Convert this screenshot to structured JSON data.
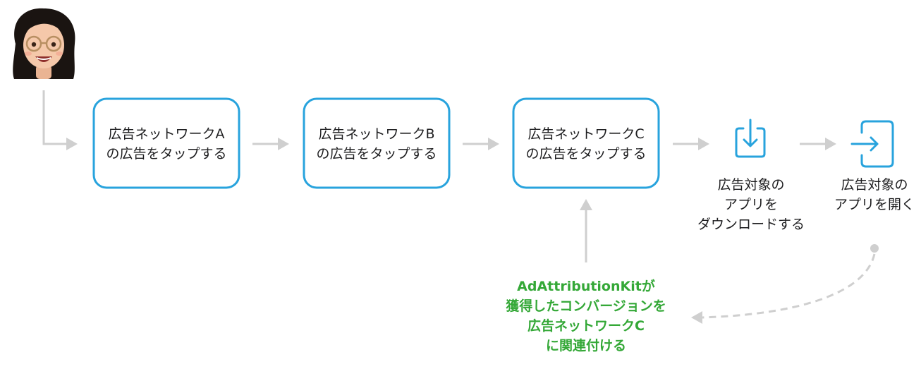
{
  "colors": {
    "box_stroke": "#28a3dd",
    "icon_stroke": "#28a3dd",
    "connector": "#cfcfcf",
    "text": "#1d1d1f",
    "highlight_text": "#34a837"
  },
  "user": {
    "icon": "memoji-avatar-icon"
  },
  "steps": {
    "tap_a": {
      "line1": "広告ネットワークA",
      "line2": "の広告をタップする"
    },
    "tap_b": {
      "line1": "広告ネットワークB",
      "line2": "の広告をタップする"
    },
    "tap_c": {
      "line1": "広告ネットワークC",
      "line2": "の広告をタップする"
    },
    "download": {
      "icon": "download-icon",
      "line1": "広告対象の",
      "line2": "アプリを",
      "line3": "ダウンロードする"
    },
    "open": {
      "icon": "open-app-icon",
      "line1": "広告対象の",
      "line2": "アプリを開く"
    }
  },
  "attribution_note": {
    "line1": "AdAttributionKitが",
    "line2": "獲得したコンバージョンを",
    "line3": "広告ネットワークC",
    "line4": "に関連付ける"
  }
}
